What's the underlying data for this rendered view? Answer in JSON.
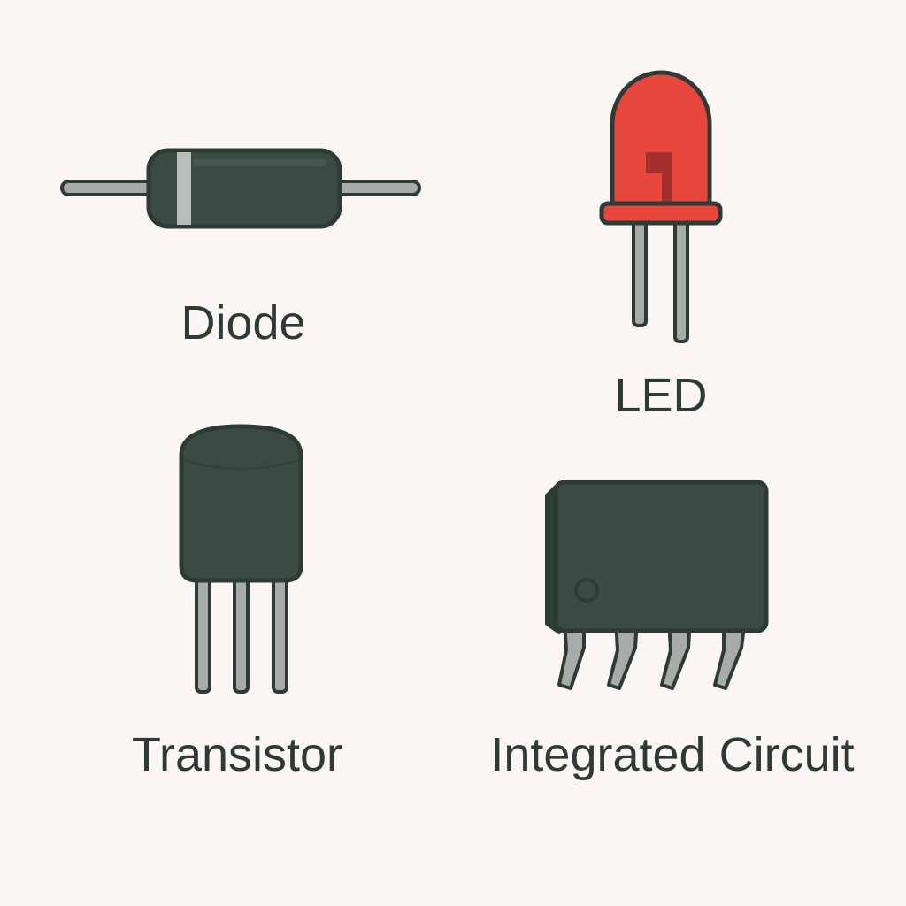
{
  "components": [
    {
      "id": "diode",
      "label": "Diode"
    },
    {
      "id": "led",
      "label": "LED"
    },
    {
      "id": "transistor",
      "label": "Transistor"
    },
    {
      "id": "ic",
      "label": "Integrated Circuit"
    }
  ],
  "colors": {
    "background": "#fbf6f3",
    "outline": "#2e3a35",
    "body": "#3b4a44",
    "lead": "#a7acab",
    "led_red": "#e8473d",
    "led_dark": "#a52f2c",
    "band": "#b9bcbb"
  }
}
